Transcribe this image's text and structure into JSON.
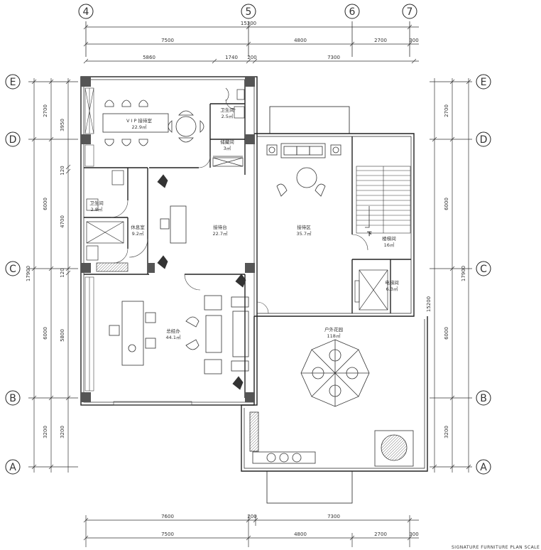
{
  "grid": {
    "top_cols": [
      "4",
      "5",
      "6",
      "7"
    ],
    "left_rows": [
      "E",
      "D",
      "C",
      "B",
      "A"
    ],
    "right_rows": [
      "E",
      "D",
      "C",
      "B",
      "A"
    ]
  },
  "dimensions": {
    "top_total": "15300",
    "top_row1": [
      "7500",
      "4800",
      "2700",
      "300"
    ],
    "top_row2": [
      "5860",
      "1740",
      "200",
      "7300"
    ],
    "bottom_row1": [
      "7600",
      "200",
      "7300"
    ],
    "bottom_row2": [
      "7500",
      "4800",
      "2700",
      "300"
    ],
    "left_outer": [
      "2700",
      "6000",
      "6000",
      "3200"
    ],
    "left_outer_total": "17900",
    "left_inner": [
      "3950",
      "120",
      "4700",
      "120",
      "5800",
      "3200"
    ],
    "right_inner": [
      "2700",
      "6000",
      "6000",
      "3200"
    ],
    "right_total": "17900",
    "right_mid": "15200"
  },
  "rooms": {
    "vip": {
      "name": "V I P 接待室",
      "area": "22.9㎡"
    },
    "wc_top": {
      "name": "卫生间",
      "area": "2.5㎡"
    },
    "storage": {
      "name": "储藏间",
      "area": "3㎡"
    },
    "wc_left": {
      "name": "卫生间",
      "area": "2.8㎡"
    },
    "lounge": {
      "name": "休息室",
      "area": "9.2㎡"
    },
    "reception": {
      "name": "接待台",
      "area": "22.7㎡"
    },
    "waiting": {
      "name": "接待区",
      "area": "35.7㎡"
    },
    "stair": {
      "name": "楼梯间",
      "area": "16㎡"
    },
    "elevator": {
      "name": "电梯间",
      "area": "6.3㎡"
    },
    "gm_office": {
      "name": "总经办",
      "area": "44.1㎡"
    },
    "garden": {
      "name": "户外花园",
      "area": "118㎡"
    }
  },
  "stair_down": "下",
  "caption": "SIGNATURE FURNITURE PLAN SCALE"
}
